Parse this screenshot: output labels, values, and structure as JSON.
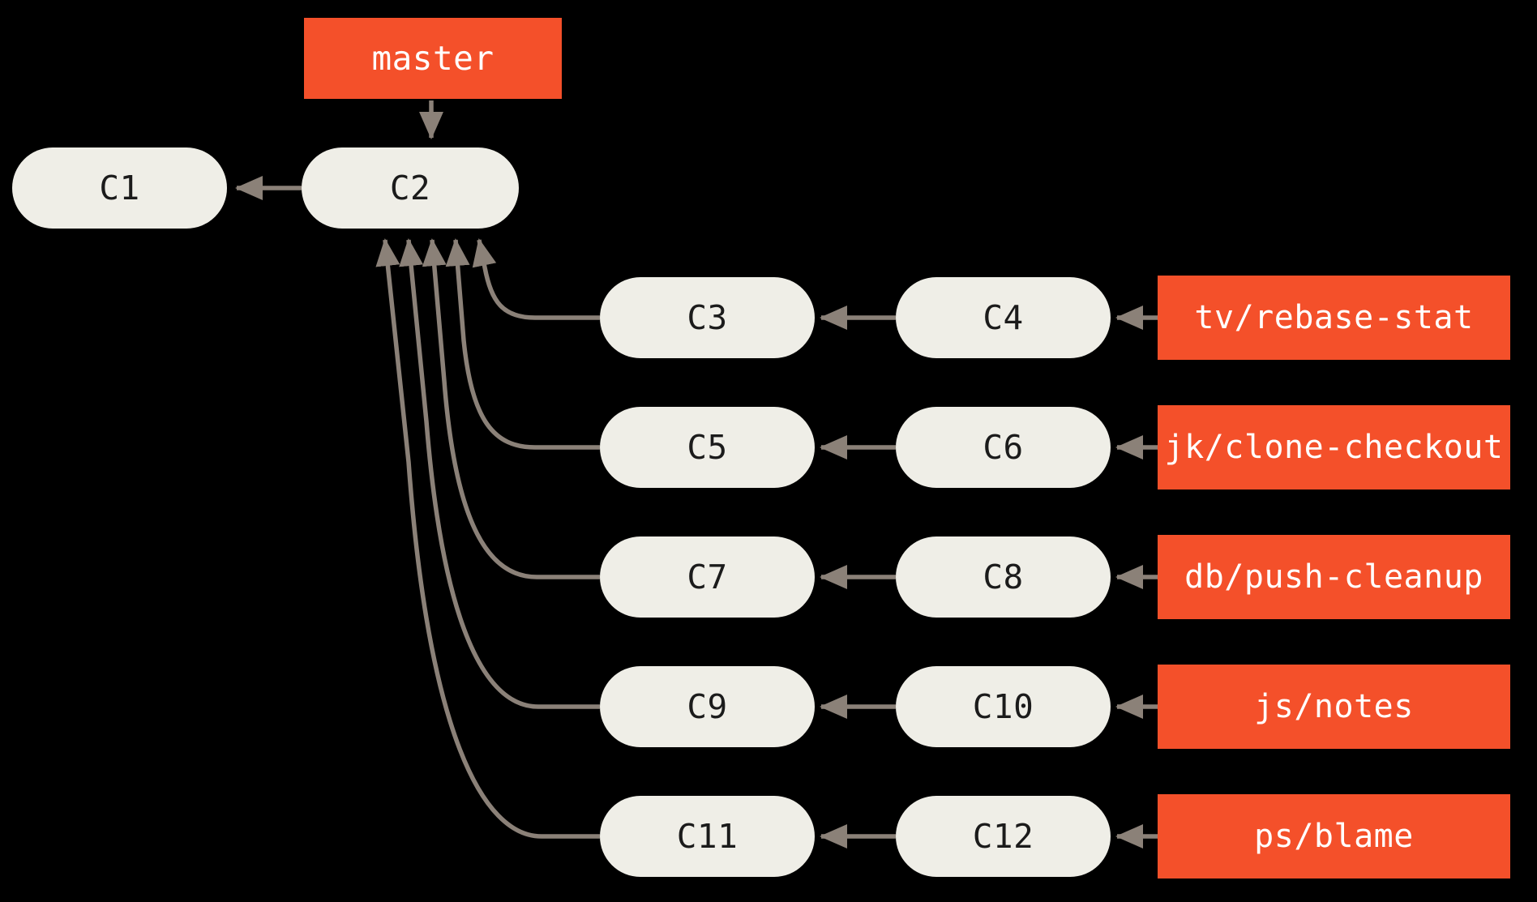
{
  "diagram": {
    "title": "Git branch topology",
    "background_color": "#000000",
    "commit_fill": "#EFEEE7",
    "commit_text_color": "#1B1B1B",
    "label_fill": "#F4502A",
    "label_text_color": "#FFFFFF",
    "edge_color": "#8B8178"
  },
  "master": {
    "label": "master",
    "points_to": "C2"
  },
  "trunk": {
    "commits": [
      {
        "id": "C1",
        "label": "C1"
      },
      {
        "id": "C2",
        "label": "C2"
      }
    ],
    "edges": [
      {
        "from": "C2",
        "to": "C1"
      }
    ]
  },
  "branches": [
    {
      "name": "tv/rebase-stat",
      "label": "tv/rebase-stat",
      "commits": [
        {
          "id": "C3",
          "label": "C3"
        },
        {
          "id": "C4",
          "label": "C4"
        }
      ],
      "base": "C2"
    },
    {
      "name": "jk/clone-checkout",
      "label": "jk/clone-checkout",
      "commits": [
        {
          "id": "C5",
          "label": "C5"
        },
        {
          "id": "C6",
          "label": "C6"
        }
      ],
      "base": "C2"
    },
    {
      "name": "db/push-cleanup",
      "label": "db/push-cleanup",
      "commits": [
        {
          "id": "C7",
          "label": "C7"
        },
        {
          "id": "C8",
          "label": "C8"
        }
      ],
      "base": "C2"
    },
    {
      "name": "js/notes",
      "label": "js/notes",
      "commits": [
        {
          "id": "C9",
          "label": "C9"
        },
        {
          "id": "C10",
          "label": "C10"
        }
      ],
      "base": "C2"
    },
    {
      "name": "ps/blame",
      "label": "ps/blame",
      "commits": [
        {
          "id": "C11",
          "label": "C11"
        },
        {
          "id": "C12",
          "label": "C12"
        }
      ],
      "base": "C2"
    }
  ]
}
